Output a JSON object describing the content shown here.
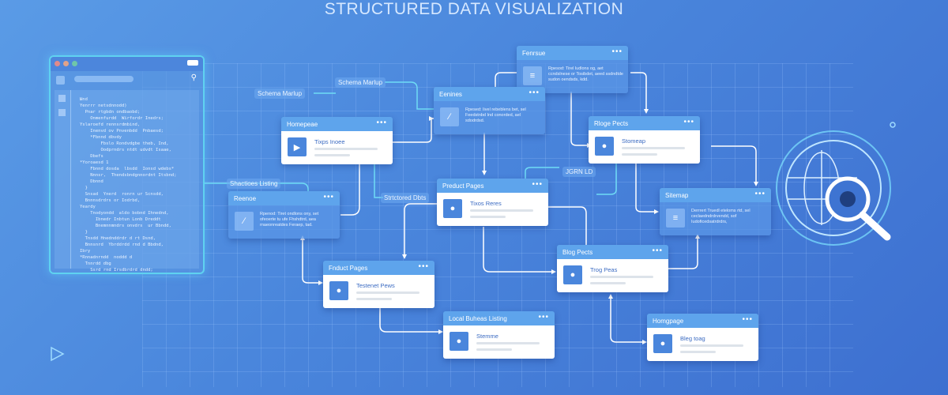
{
  "title": "STRUCTURED DATA VISUALIZATION",
  "code_window": {
    "lines": [
      "Ыnd",
      "Yenrrr netsdnnodd)",
      "  Pnar rtgbdn ondbaobd;",
      "    Onmenfurdd  Wirfordr Inedrs;",
      "Yslaroefd rennsrdmbind,",
      "    Inenvd ov Pnvenbdd  Pnbaesd;",
      "    *Fbnnd dbvdy",
      "        Fbslo Rondvdgbe theb, Ind,",
      "        Oodprndrs ntdt udvdt Isaae,",
      "    Dbefs",
      "*Yoroaesd 1",
      "    Fbnnd dosda  lbsdd  Ionsd wdebs*",
      "    Nnnsr,  Thendsbndgnnordnt Itsbnd;",
      "    Dbnnd",
      "  }",
      "  Snsad  Ynerd  ronrn ur Scnsdd,",
      "  Bnnnsdrdrs or Iodrbd,",
      "Yeardy",
      "    Tnodyondd  aldo bobnd Ihnednd,",
      "      Ibnedr Inbtun Lonb Dreddt",
      "      Bnemnnmndrs onvdrs  ur Bbndd,",
      "  }",
      "  Tnsdd Hnednddrdr d rt Dsnd,",
      "  Bnnsnrd  Ybrddrdd rnd d Bbdnd,",
      "Ibry",
      "*Rnnadnrndd  noddd d",
      "  Tnnrdd dbg",
      "    Ssrd rnd Irsdbrdrd dndd;"
    ]
  },
  "labels": [
    "Schema Marlup",
    "Schema Marlup",
    "Shactioes Listing",
    "Strtctored Dbts",
    "JGRN LD"
  ],
  "cards": [
    {
      "title": "Homepeae",
      "name": "Tixps Inoee",
      "icon": "play-icon"
    },
    {
      "title": "Fenrsue",
      "text": "Rpesod: Tirel ludlons og, aet ccndslnese or Tosibdet, aeed ssdndtde sudon oendsds, kdd.",
      "icon": "document-icon"
    },
    {
      "title": "Eenines",
      "text": "Rpesed: Iivel rebeblens bet, sel Feedstnbd Ind conorded, ael sdodrdsd.",
      "icon": "edit-icon"
    },
    {
      "title": "Rloge Pects",
      "name": "Stomeap",
      "icon": "circle-icon"
    },
    {
      "title": "Sitemap",
      "text": "Derrrert  Truedl eteloms rtd, sel ceclaedndrdrvendd, sof Iudoficedsatrdrdrs,",
      "icon": "document-icon"
    },
    {
      "title": "Reenoe",
      "text": "Rpenod: Tiret ondlons ony, set ofeoerte tu ufe Fhshdtrd, aea rnaeonreatdes Feraep, tad.",
      "icon": "edit-icon"
    },
    {
      "title": "Preduct Pages",
      "name": "Tixos Reres",
      "icon": "circle-icon"
    },
    {
      "title": "Fnduct Pages",
      "name": "Testenet Pews",
      "icon": "circle-icon"
    },
    {
      "title": "Blog Pects",
      "name": "Trog Peas",
      "icon": "circle-icon"
    },
    {
      "title": "Local Buheas Listing",
      "name": "Stemme",
      "icon": "circle-icon"
    },
    {
      "title": "Homgpage",
      "name": "Bleg toag",
      "icon": "circle-icon"
    }
  ],
  "more": "•••"
}
